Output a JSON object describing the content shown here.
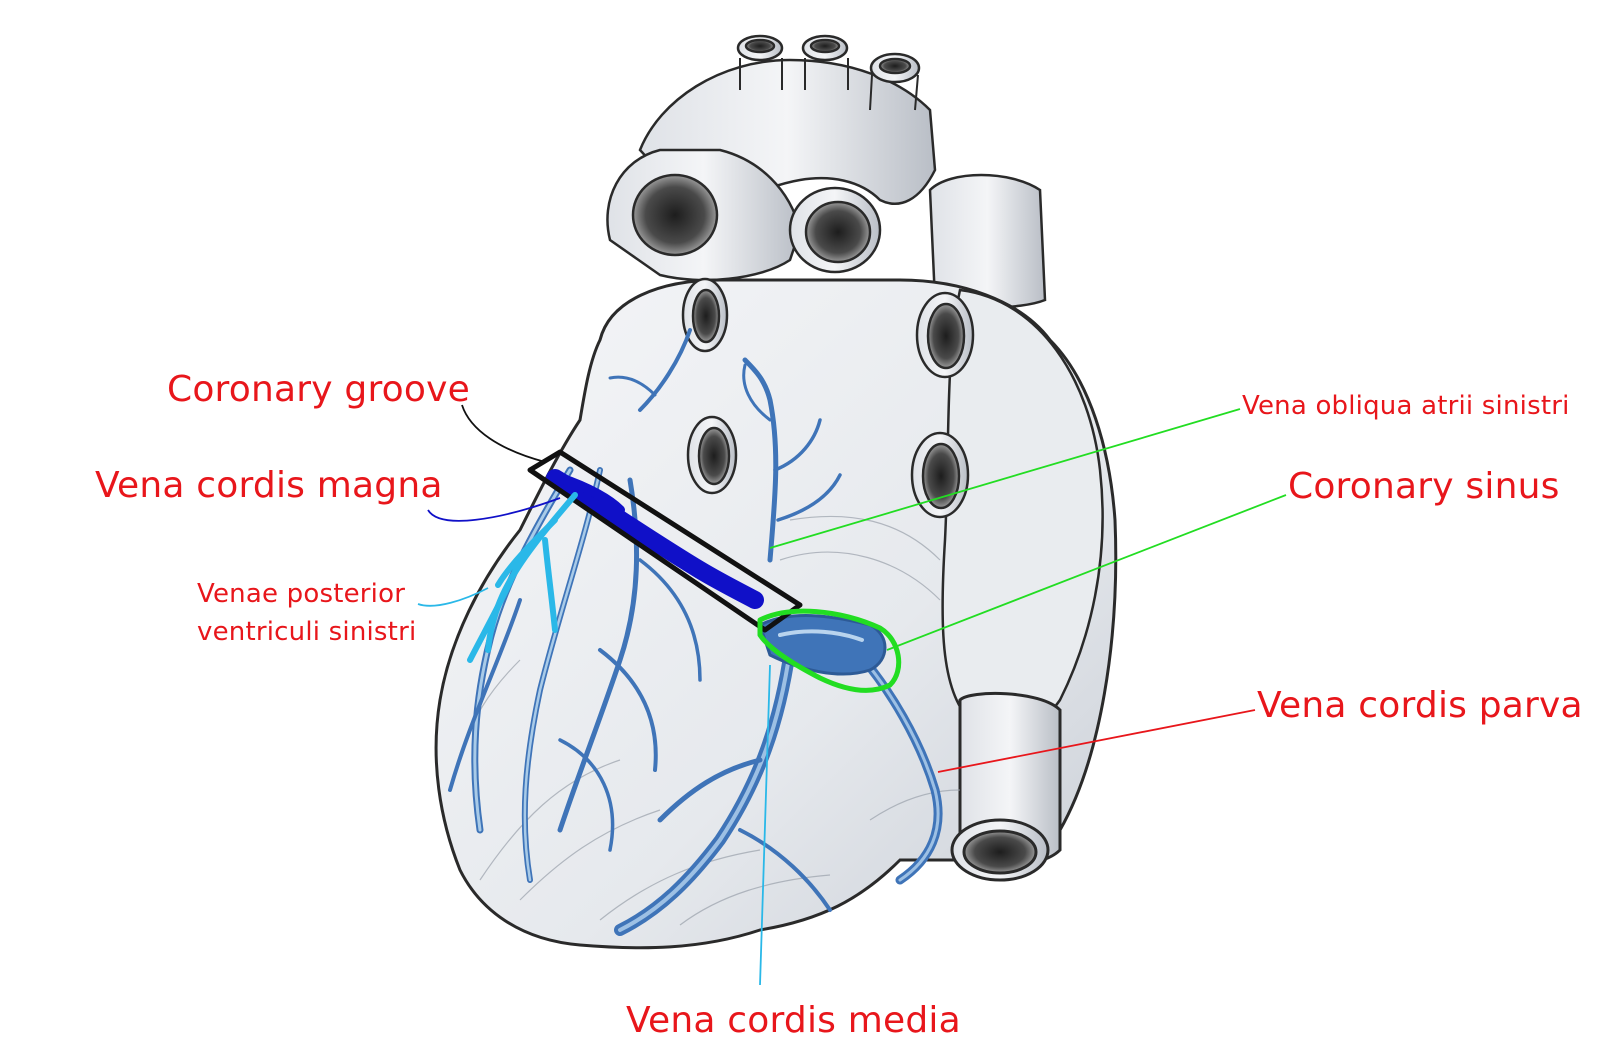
{
  "labels": {
    "coronary_groove": "Coronary groove",
    "vena_cordis_magna": "Vena cordis magna",
    "venae_posterior_line1": "Venae posterior",
    "venae_posterior_line2": "ventriculi sinistri",
    "vena_obliqua": "Vena obliqua atrii sinistri",
    "coronary_sinus": "Coronary sinus",
    "vena_cordis_parva": "Vena cordis parva",
    "vena_cordis_media": "Vena cordis media"
  },
  "colors": {
    "label_text": "#e8161b",
    "groove_outline": "#111111",
    "magna_highlight": "#1010c8",
    "sinus_outline": "#22dd22",
    "posterior_veins": "#2ab8e8",
    "vein_base": "#3f74b8",
    "vein_light": "#a9cbe8",
    "heart_fill": "#eceef1",
    "heart_shadow": "#c7ccd3",
    "outline": "#2a2a2a",
    "media_leader": "#2ab8e8",
    "parva_leader": "#e8161b",
    "obliqua_leader": "#22dd22"
  }
}
